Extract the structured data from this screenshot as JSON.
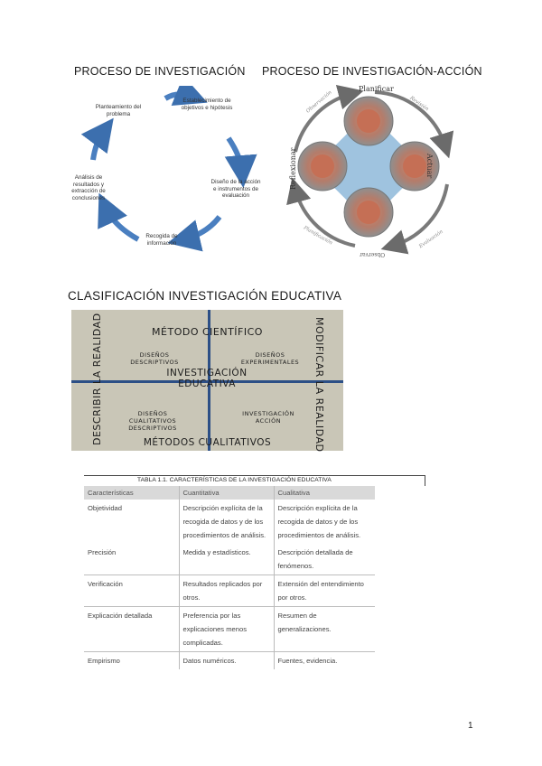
{
  "cycle": {
    "title": "PROCESO DE INVESTIGACIÓN",
    "steps": [
      "Planteamiento del problema",
      "Establecimiento de objetivos e hipótesis",
      "Diseño de la acción e instrumentos de evaluación",
      "Recogida de información",
      "Análisis de resultados y extracción de conclusiones"
    ]
  },
  "action": {
    "title": "PROCESO DE INVESTIGACIÓN-ACCIÓN",
    "labels": {
      "top": "Planificar",
      "right": "Actuar",
      "bottom": "Observar",
      "left": "Reflexionar"
    },
    "arc_labels": [
      "Revisión",
      "Evaluación",
      "Planificación",
      "Observación"
    ]
  },
  "classification": {
    "title": "CLASIFICACIÓN INVESTIGACIÓN EDUCATIVA",
    "top": "MÉTODO CIENTÍFICO",
    "bottom": "MÉTODOS CUALITATIVOS",
    "center": "INVESTIGACIÓN EDUCATIVA",
    "left": "DESCRIBIR LA REALIDAD",
    "right": "MODIFICAR LA REALIDAD",
    "q_tl": "DISEÑOS DESCRIPTIVOS",
    "q_tr": "DISEÑOS EXPERIMENTALES",
    "q_bl": "DISEÑOS CUALITATIVOS DESCRIPTIVOS",
    "q_br": "INVESTIGACIÓN ACCIÓN"
  },
  "table": {
    "title": "TABLA 1.1. CARACTERÍSTICAS DE LA INVESTIGACIÓN EDUCATIVA",
    "headers": [
      "Características",
      "Cuantitativa",
      "Cualitativa"
    ],
    "rows": [
      [
        "Objetividad",
        "Descripción explícita de la recogida de datos y de los procedimientos de análisis.",
        "Descripción explícita de la recogida de datos y de los procedimientos de análisis."
      ],
      [
        "Precisión",
        "Medida y estadísticos.",
        "Descripción detallada de fenómenos."
      ],
      [
        "Verificación",
        "Resultados replicados por otros.",
        "Extensión del entendimiento por otros."
      ],
      [
        "Explicación detallada",
        "Preferencia por las explicaciones menos complicadas.",
        "Resumen de generalizaciones."
      ],
      [
        "Empirismo",
        "Datos numéricos.",
        "Fuentes, evidencia."
      ]
    ]
  },
  "page_number": "1"
}
